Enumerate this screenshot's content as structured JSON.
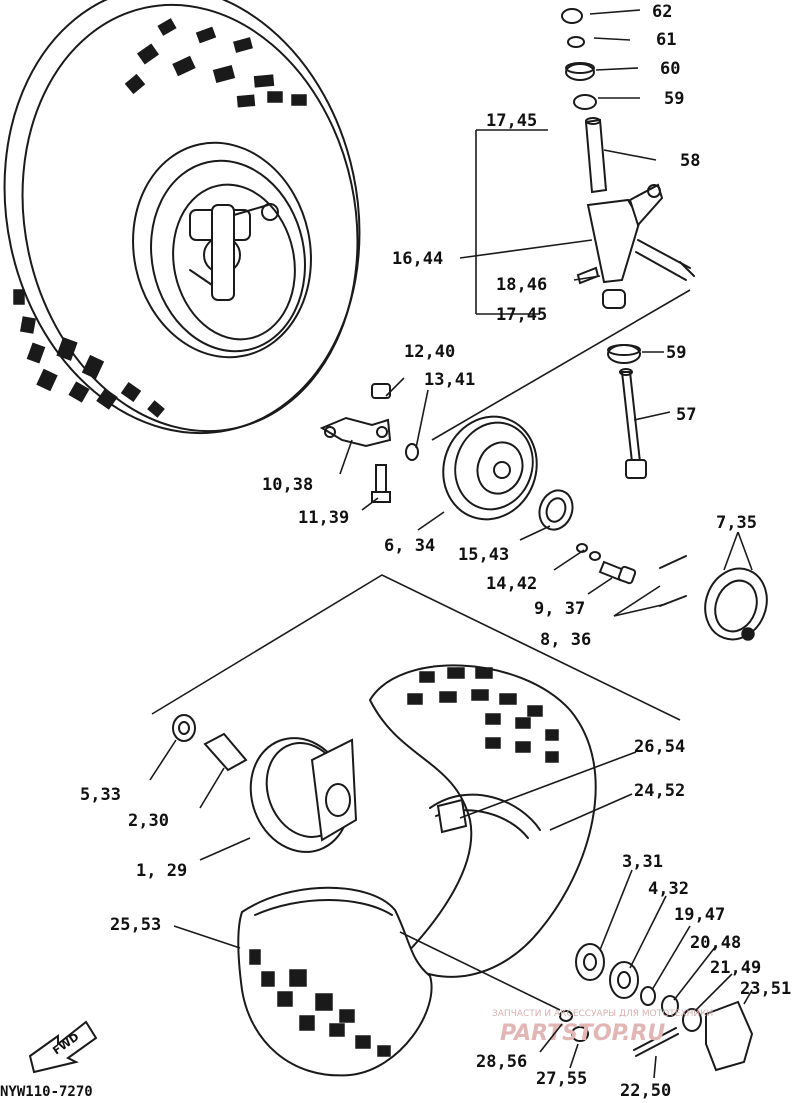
{
  "callouts": [
    {
      "text": "62"
    },
    {
      "text": "61"
    },
    {
      "text": "60"
    },
    {
      "text": "59"
    },
    {
      "text": "17,45"
    },
    {
      "text": "58"
    },
    {
      "text": "16,44"
    },
    {
      "text": "18,46"
    },
    {
      "text": "17,45"
    },
    {
      "text": "59"
    },
    {
      "text": "12,40"
    },
    {
      "text": "13,41"
    },
    {
      "text": "57"
    },
    {
      "text": "10,38"
    },
    {
      "text": "11,39"
    },
    {
      "text": "6, 34"
    },
    {
      "text": "15,43"
    },
    {
      "text": "7,35"
    },
    {
      "text": "14,42"
    },
    {
      "text": "9, 37"
    },
    {
      "text": "8, 36"
    },
    {
      "text": "26,54"
    },
    {
      "text": "24,52"
    },
    {
      "text": "5,33"
    },
    {
      "text": "2,30"
    },
    {
      "text": "1, 29"
    },
    {
      "text": "3,31"
    },
    {
      "text": "4,32"
    },
    {
      "text": "19,47"
    },
    {
      "text": "20,48"
    },
    {
      "text": "25,53"
    },
    {
      "text": "21,49"
    },
    {
      "text": "23,51"
    },
    {
      "text": "28,56"
    },
    {
      "text": "27,55"
    },
    {
      "text": "22,50"
    }
  ],
  "diagram_code": "NYW110-7270",
  "fwd_label": "FWD",
  "watermark": {
    "top": "ЗАПЧАСТИ И АКСЕССУАРЫ ДЛЯ МОТОТЕХНИКИ",
    "brand": "PARTSTOP.RU"
  }
}
